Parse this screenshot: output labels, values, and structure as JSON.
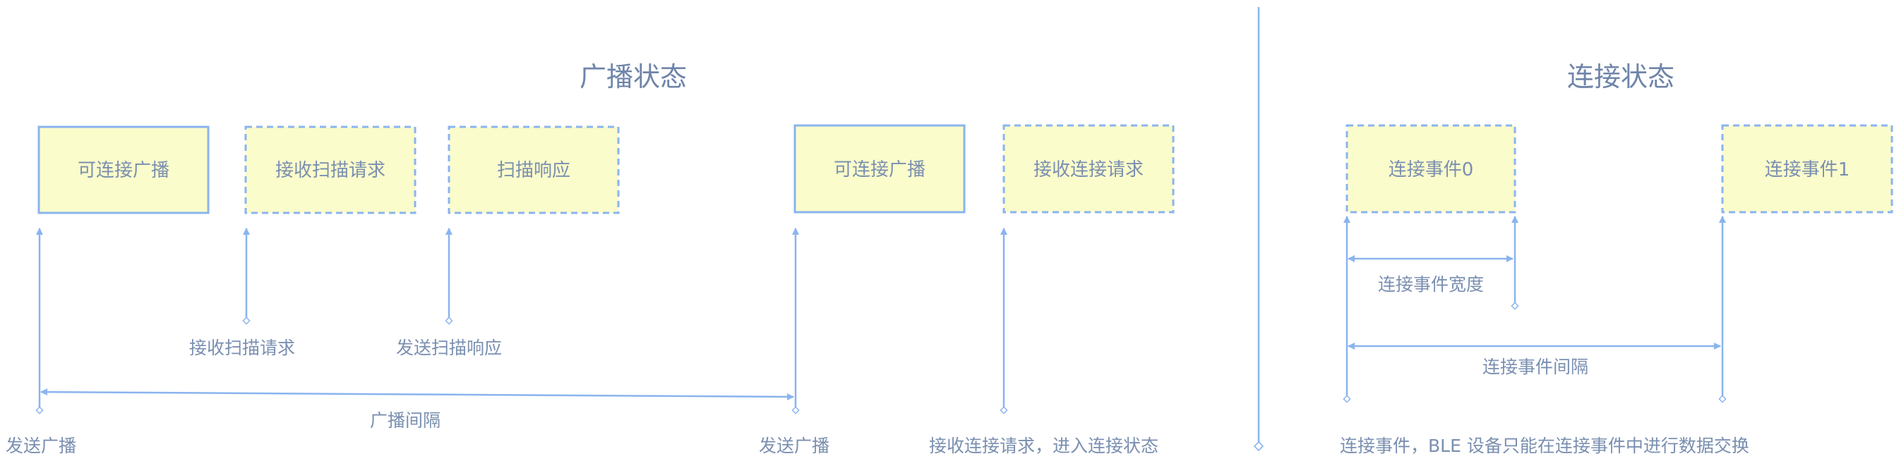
{
  "titles": {
    "advertising": "广播状态",
    "connection": "连接状态"
  },
  "advertising": {
    "boxes": [
      "可连接广播",
      "接收扫描请求",
      "扫描响应",
      "可连接广播",
      "接收连接请求"
    ],
    "labels": {
      "send_adv_1": "发送广播",
      "recv_scan_req": "接收扫描请求",
      "send_scan_rsp": "发送扫描响应",
      "adv_interval": "广播间隔",
      "send_adv_2": "发送广播",
      "recv_conn_req": "接收连接请求，进入连接状态"
    }
  },
  "connection": {
    "boxes": [
      "连接事件0",
      "连接事件1"
    ],
    "labels": {
      "event_width": "连接事件宽度",
      "event_interval": "连接事件间隔",
      "note": "连接事件，BLE 设备只能在连接事件中进行数据交换"
    }
  },
  "colors": {
    "box_fill": "#fbfccb",
    "line": "#8ab4ee",
    "text": "#7a8fb0"
  }
}
